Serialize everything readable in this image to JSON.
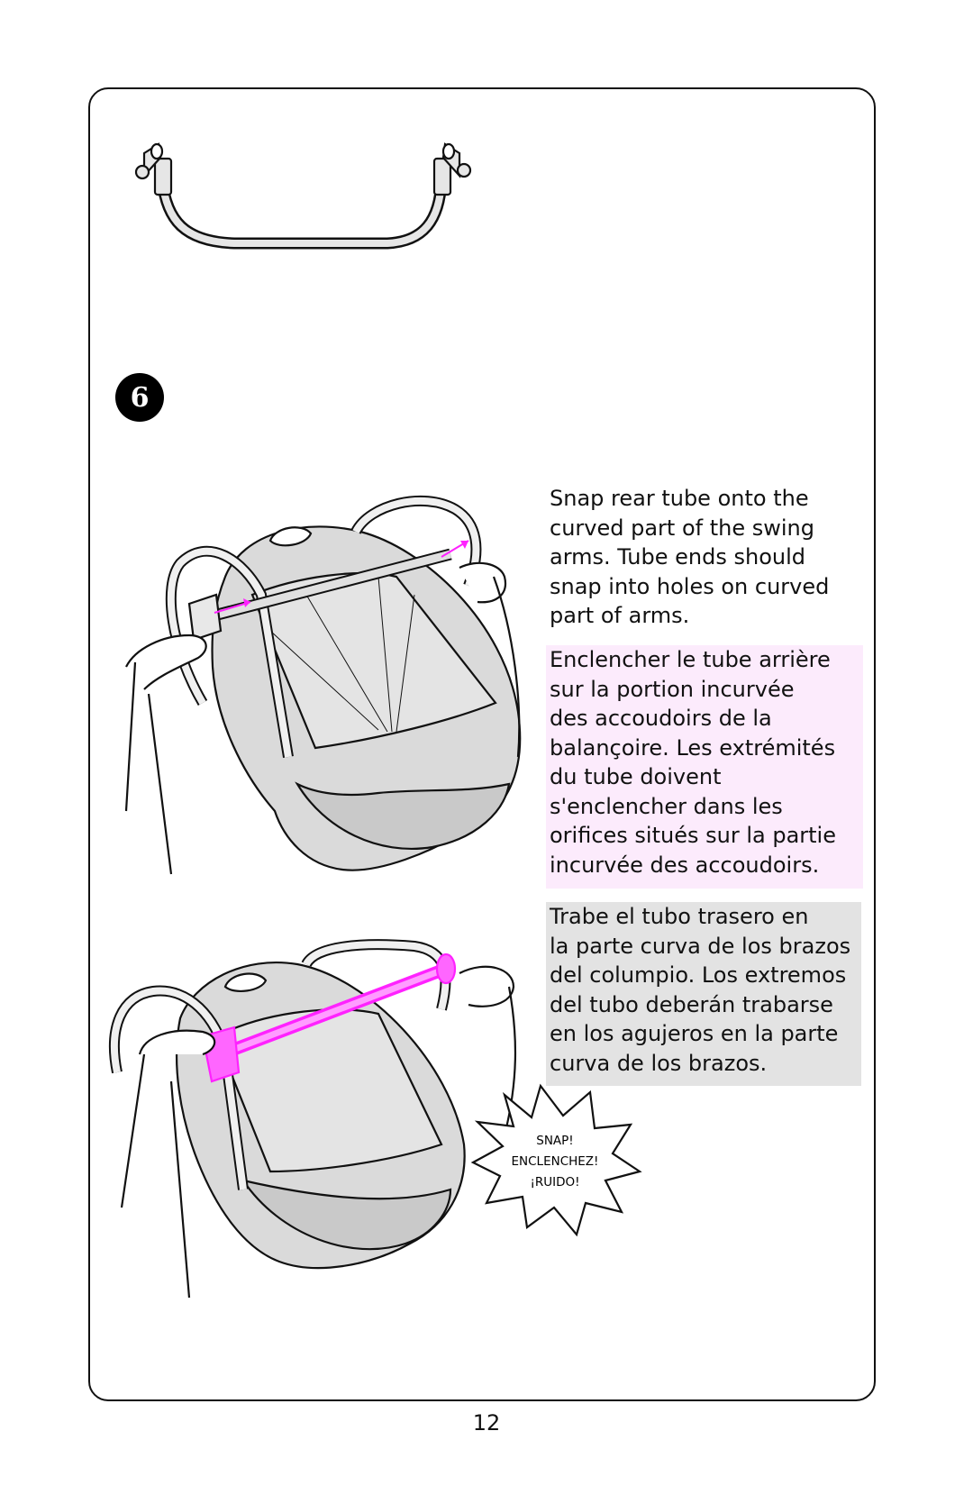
{
  "step_number": "6",
  "instructions": {
    "en": "Snap rear tube onto the\ncurved part of the swing\narms. Tube ends should\nsnap into holes on curved\npart of arms.",
    "fr": "Enclencher le tube arrière\nsur la portion incurvée\ndes accoudoirs de la\nbalançoire. Les extrémités\ndu tube doivent\ns'enclencher dans les\norifices situés sur la partie\nincurvée des accoudoirs.",
    "es": "Trabe el tubo trasero en\nla parte curva de los brazos\ndel columpio. Los extremos\ndel tubo deberán trabarse\nen los agujeros en la parte\ncurva de los brazos."
  },
  "callout": {
    "line1": "SNAP!",
    "line2": "ENCLENCHEZ!",
    "line3": "¡RUIDO!"
  },
  "page_number": "12",
  "colors": {
    "highlight_magenta": "#ff22ff",
    "french_background": "#fcebfc",
    "spanish_background": "#e3e3e3",
    "seat_gray": "#d9d9d9"
  }
}
